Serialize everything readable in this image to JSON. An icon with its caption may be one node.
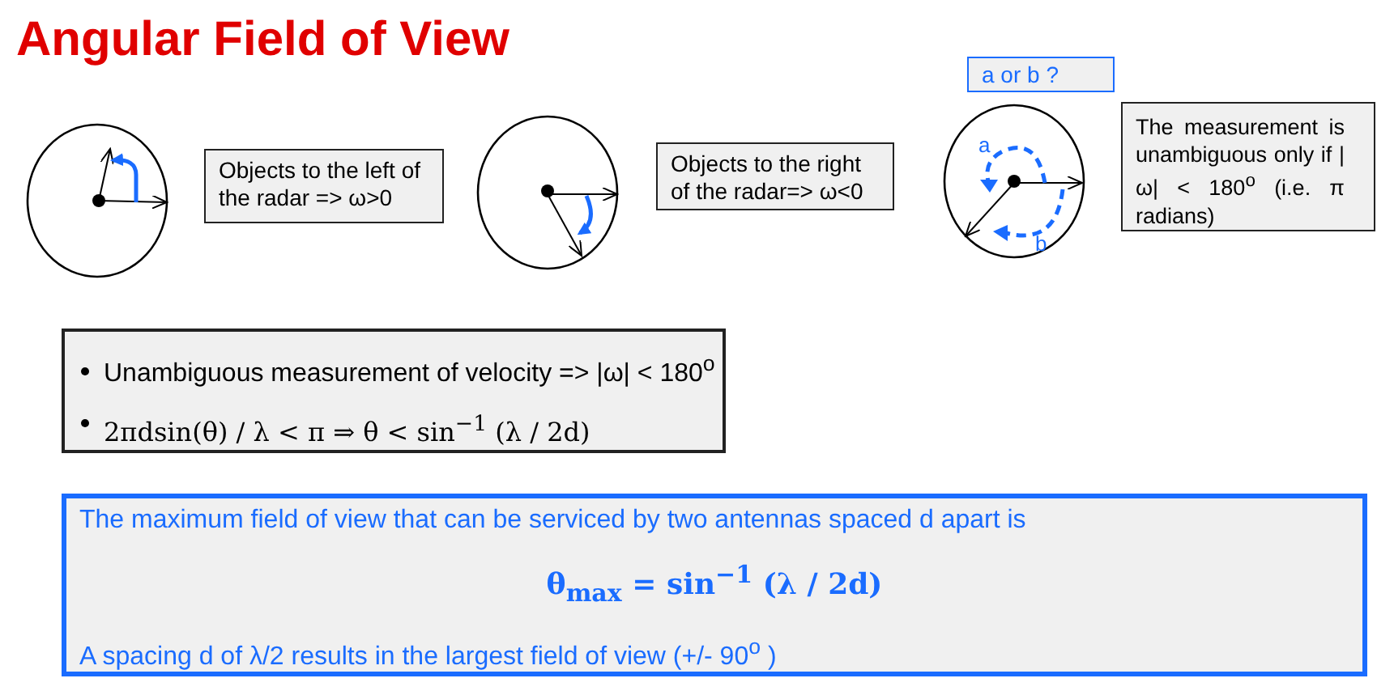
{
  "diagram": {
    "title": "Angular Field of View",
    "nodes": [
      {
        "text": [
          "Objects to the left of the radar => ω>0"
        ]
      },
      {
        "text": [
          "Objects to the right of the radar=> ω<0"
        ]
      },
      {
        "text": [
          "a or b ?"
        ]
      },
      {
        "text": [
          "The measurement is unambiguous only if |ω| < 180$^{o}$ (i.e. π radians)"
        ]
      },
      {
        "text": [
          "Unambiguous measurement of velocity => |ω| < 180$^{o}$",
          "2πdsin(θ) / λ < π ⇒ θ < sin$^{−1}$ (λ / 2d)"
        ]
      },
      {
        "text": [
          "The maximum field of view that can be serviced by two antennas spaced d apart is",
          "**θ$_{max}$ = sin$^{−1}$ (λ / 2d)**",
          "A spacing d of λ/2 results in the largest field of view (+/- 90$^{o}$ )"
        ]
      }
    ],
    "labels": [
      "a",
      "b"
    ]
  }
}
